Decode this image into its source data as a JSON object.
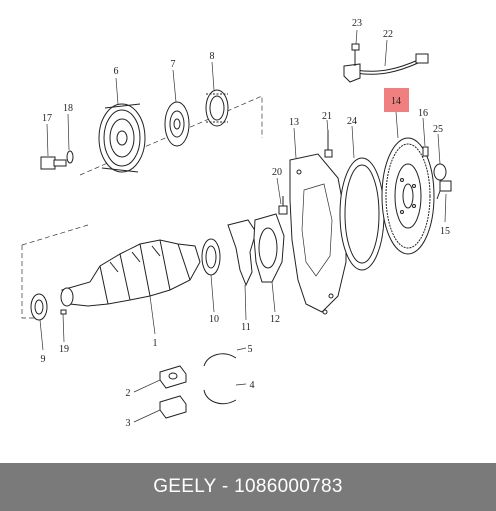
{
  "footer": {
    "text": "GEELY - 1086000783"
  },
  "highlight_color": "#f08080",
  "callouts": [
    "1",
    "2",
    "3",
    "4",
    "5",
    "6",
    "7",
    "8",
    "9",
    "10",
    "11",
    "12",
    "13",
    "14",
    "15",
    "16",
    "17",
    "18",
    "19",
    "20",
    "21",
    "22",
    "23",
    "24",
    "25"
  ]
}
